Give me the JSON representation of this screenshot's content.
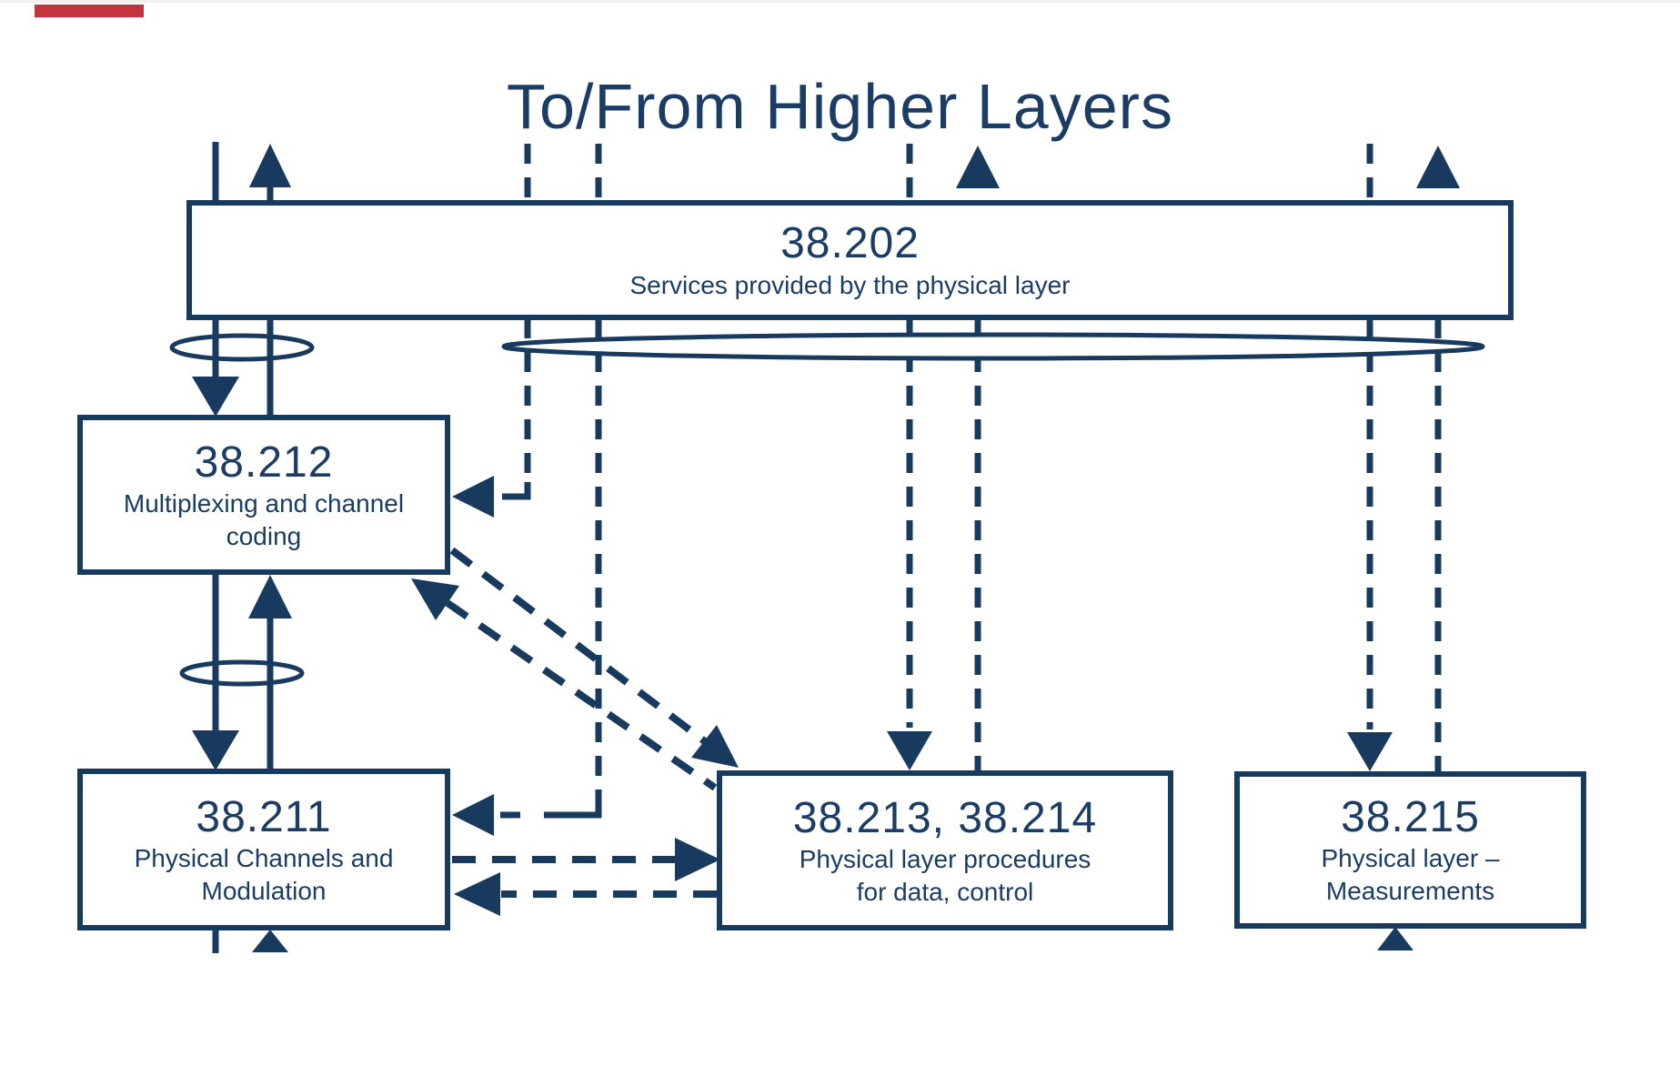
{
  "header": {
    "title": "To/From Higher Layers"
  },
  "colors": {
    "ink": "#183A5E",
    "text": "#1B3C64",
    "background": "#FFFFFF",
    "red_marker": "#C4333E"
  },
  "boxes": [
    {
      "number": "38.202",
      "subtitle_lines": [
        "Services provided by the physical layer",
        ""
      ]
    },
    {
      "number": "38.212",
      "subtitle_lines": [
        "Multiplexing and channel",
        "coding"
      ]
    },
    {
      "number": "38.211",
      "subtitle_lines": [
        "Physical Channels and",
        "Modulation"
      ]
    },
    {
      "number": "38.213, 38.214",
      "subtitle_lines": [
        "Physical layer procedures",
        "for data, control"
      ]
    },
    {
      "number": "38.215",
      "subtitle_lines": [
        "Physical layer –",
        "Measurements"
      ]
    }
  ],
  "connections": [
    {
      "from": "Higher Layers",
      "to": "38.202",
      "style": "solid",
      "bidirectional": true
    },
    {
      "from": "38.202",
      "to": "38.212",
      "style": "solid",
      "bidirectional": true
    },
    {
      "from": "38.212",
      "to": "38.211",
      "style": "solid",
      "bidirectional": true
    },
    {
      "from": "38.202",
      "to": "38.212",
      "style": "dashed",
      "bidirectional": false
    },
    {
      "from": "38.202",
      "to": "38.211",
      "style": "dashed",
      "bidirectional": false
    },
    {
      "from": "38.202",
      "to": "38.213, 38.214",
      "style": "dashed",
      "bidirectional": false
    },
    {
      "from": "38.202",
      "to": "38.215",
      "style": "dashed",
      "bidirectional": false
    },
    {
      "from": "38.213, 38.214",
      "to": "Higher Layers",
      "style": "dashed",
      "bidirectional": false
    },
    {
      "from": "38.215",
      "to": "Higher Layers",
      "style": "dashed",
      "bidirectional": false
    },
    {
      "from": "38.212",
      "to": "38.213, 38.214",
      "style": "dashed",
      "bidirectional": true
    },
    {
      "from": "38.211",
      "to": "38.213, 38.214",
      "style": "dashed",
      "bidirectional": true
    }
  ]
}
